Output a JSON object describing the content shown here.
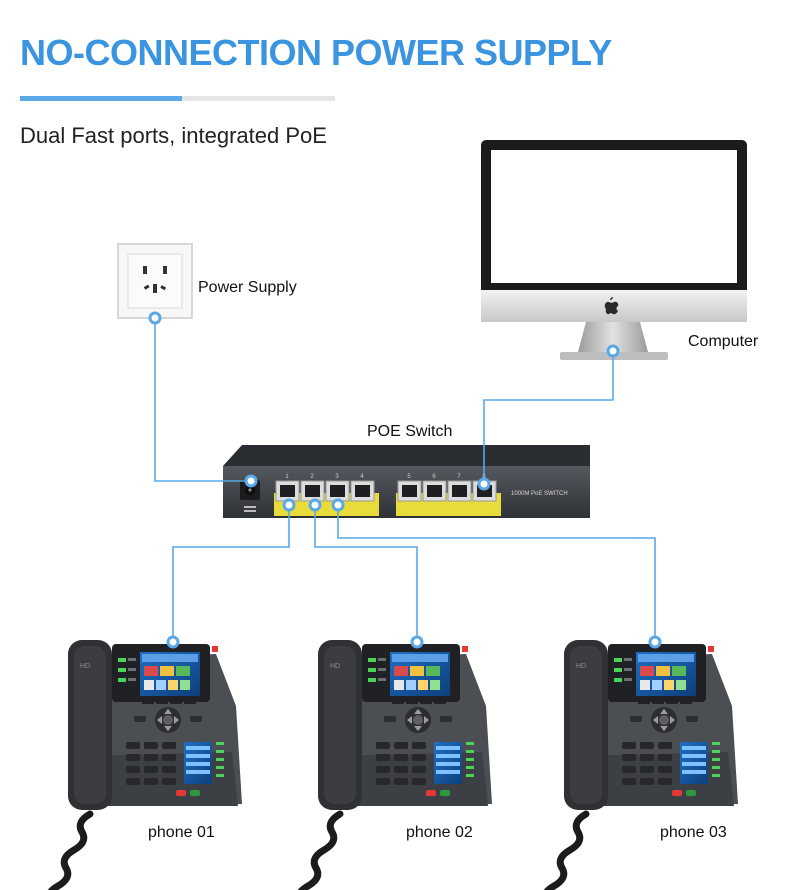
{
  "header": {
    "title": "NO-CONNECTION POWER SUPPLY",
    "subtitle": "Dual Fast ports, integrated PoE"
  },
  "labels": {
    "power_supply": "Power Supply",
    "computer": "Computer",
    "poe_switch": "POE Switch",
    "phone_1": "phone 01",
    "phone_2": "phone 02",
    "phone_3": "phone 03"
  },
  "switch": {
    "port_numbers": [
      "1",
      "2",
      "3",
      "4",
      "5",
      "6",
      "7",
      "8"
    ],
    "model_text": "1000M PoE SWITCH"
  },
  "colors": {
    "accent": "#3a94e0",
    "connector": "#5aa9e6",
    "switch_body": "#3a3d42",
    "poe_band": "#e8dc3a"
  }
}
